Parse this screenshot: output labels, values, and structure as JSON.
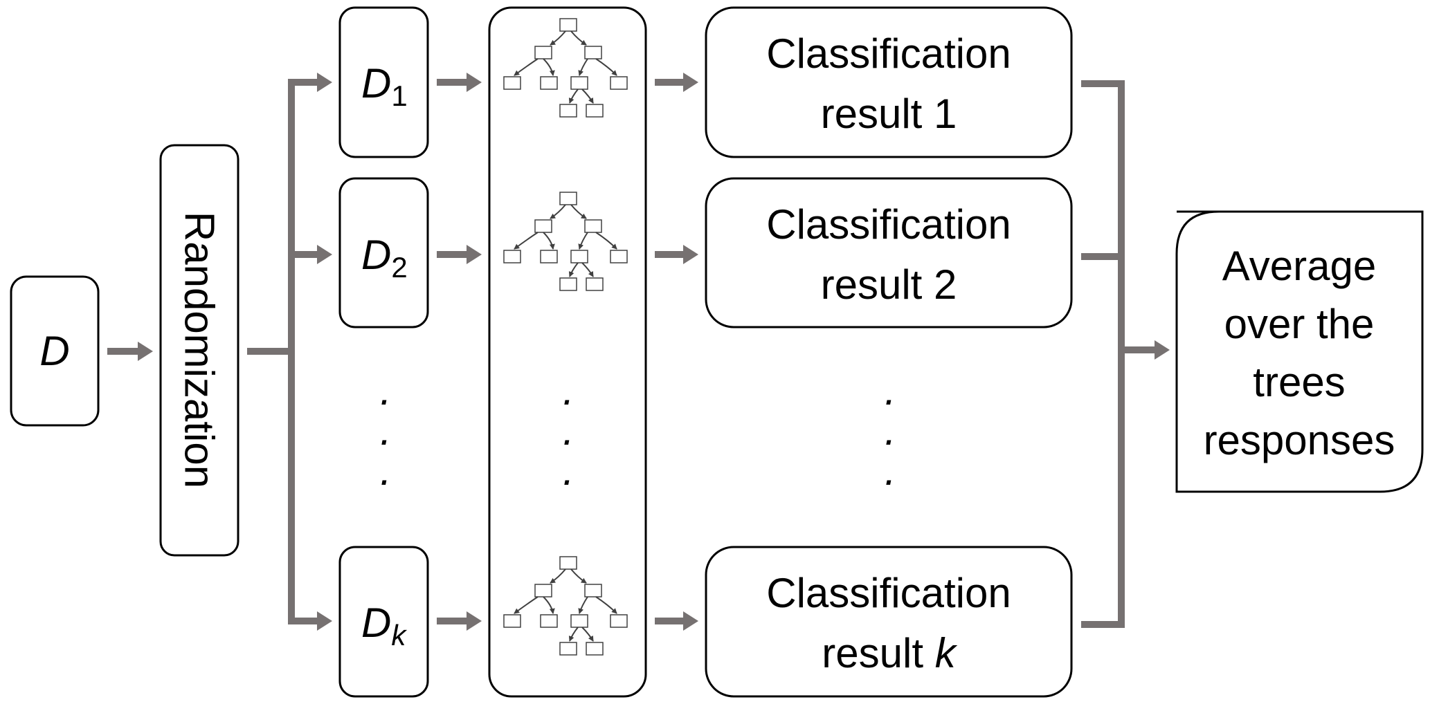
{
  "input": {
    "symbol": "D"
  },
  "randomization": {
    "label": "Randomization"
  },
  "subsets": [
    {
      "symbol": "D",
      "subscript": "1"
    },
    {
      "symbol": "D",
      "subscript": "2"
    },
    {
      "symbol": "D",
      "subscript": "k"
    }
  ],
  "results": [
    {
      "line1": "Classification",
      "line2": "result",
      "index": "1"
    },
    {
      "line1": "Classification",
      "line2": "result",
      "index": "2"
    },
    {
      "line1": "Classification",
      "line2": "result",
      "index": "k"
    }
  ],
  "ellipsis": ".",
  "output": {
    "lines": [
      "Average",
      "over the",
      "trees",
      "responses"
    ]
  },
  "colors": {
    "arrow": "#767171",
    "box_stroke": "#000000",
    "tree_icon": "#404040"
  }
}
